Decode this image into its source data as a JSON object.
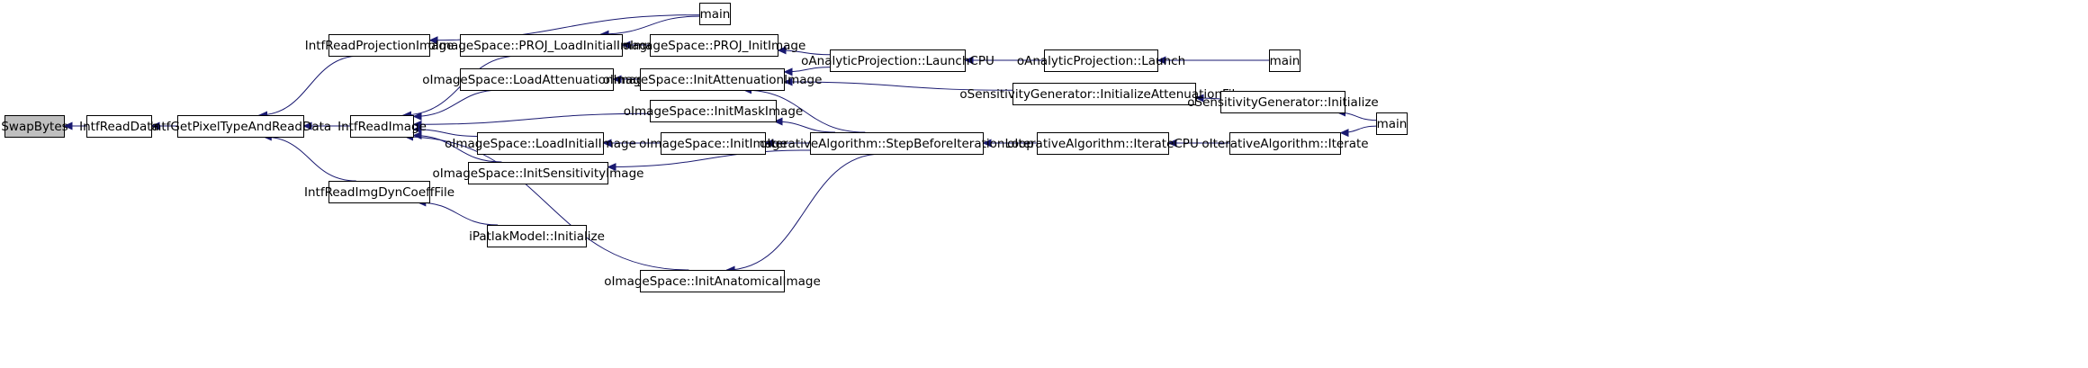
{
  "colors": {
    "edge": "#191970",
    "node_border": "#000000",
    "node_fill": "#ffffff",
    "highlight_fill": "#bfbfbf"
  },
  "nodes": [
    {
      "id": "SwapBytes",
      "label": "SwapBytes",
      "highlight": true
    },
    {
      "id": "IntfReadData",
      "label": "IntfReadData"
    },
    {
      "id": "IntfGetPixelTypeAndReadData",
      "label": "IntfGetPixelTypeAndReadData"
    },
    {
      "id": "IntfReadProjectionImage",
      "label": "IntfReadProjectionImage"
    },
    {
      "id": "IntfReadImage",
      "label": "IntfReadImage"
    },
    {
      "id": "IntfReadImgDynCoeffFile",
      "label": "IntfReadImgDynCoeffFile"
    },
    {
      "id": "main1",
      "label": "main"
    },
    {
      "id": "PROJ_LoadInitialImage",
      "label": "oImageSpace::PROJ_LoadInitialImage"
    },
    {
      "id": "LoadAttenuationImage",
      "label": "oImageSpace::LoadAttenuationImage"
    },
    {
      "id": "LoadInitialImage",
      "label": "oImageSpace::LoadInitialImage"
    },
    {
      "id": "InitSensitivityImage",
      "label": "oImageSpace::InitSensitivityImage"
    },
    {
      "id": "PatlakInitialize",
      "label": "iPatlakModel::Initialize"
    },
    {
      "id": "PROJ_InitImage",
      "label": "oImageSpace::PROJ_InitImage"
    },
    {
      "id": "InitAttenuationImage",
      "label": "oImageSpace::InitAttenuationImage"
    },
    {
      "id": "InitMaskImage",
      "label": "oImageSpace::InitMaskImage"
    },
    {
      "id": "InitImage",
      "label": "oImageSpace::InitImage"
    },
    {
      "id": "InitAnatomicalImage",
      "label": "oImageSpace::InitAnatomicalImage"
    },
    {
      "id": "LaunchCPU",
      "label": "oAnalyticProjection::LaunchCPU"
    },
    {
      "id": "StepBefore",
      "label": "oIterativeAlgorithm::StepBeforeIterationLoop"
    },
    {
      "id": "Launch",
      "label": "oAnalyticProjection::Launch"
    },
    {
      "id": "InitAttenFiles",
      "label": "oSensitivityGenerator::InitializeAttenuationFiles"
    },
    {
      "id": "IterateCPU",
      "label": "oIterativeAlgorithm::IterateCPU"
    },
    {
      "id": "main2",
      "label": "main"
    },
    {
      "id": "SensInitialize",
      "label": "oSensitivityGenerator::Initialize"
    },
    {
      "id": "Iterate",
      "label": "oIterativeAlgorithm::Iterate"
    },
    {
      "id": "main3",
      "label": "main"
    }
  ],
  "edges": [
    {
      "from": "IntfReadData",
      "to": "SwapBytes"
    },
    {
      "from": "IntfGetPixelTypeAndReadData",
      "to": "IntfReadData"
    },
    {
      "from": "IntfReadProjectionImage",
      "to": "IntfGetPixelTypeAndReadData"
    },
    {
      "from": "IntfReadImage",
      "to": "IntfGetPixelTypeAndReadData"
    },
    {
      "from": "IntfReadImgDynCoeffFile",
      "to": "IntfGetPixelTypeAndReadData"
    },
    {
      "from": "main1",
      "to": "IntfReadProjectionImage"
    },
    {
      "from": "PROJ_LoadInitialImage",
      "to": "IntfReadImage"
    },
    {
      "from": "LoadAttenuationImage",
      "to": "IntfReadImage"
    },
    {
      "from": "InitMaskImage",
      "to": "IntfReadImage"
    },
    {
      "from": "LoadInitialImage",
      "to": "IntfReadImage"
    },
    {
      "from": "InitSensitivityImage",
      "to": "IntfReadImage"
    },
    {
      "from": "InitAnatomicalImage",
      "to": "IntfReadImage"
    },
    {
      "from": "PatlakInitialize",
      "to": "IntfReadImgDynCoeffFile"
    },
    {
      "from": "main1",
      "to": "PROJ_LoadInitialImage"
    },
    {
      "from": "PROJ_InitImage",
      "to": "PROJ_LoadInitialImage"
    },
    {
      "from": "InitAttenuationImage",
      "to": "LoadAttenuationImage"
    },
    {
      "from": "InitImage",
      "to": "LoadInitialImage"
    },
    {
      "from": "StepBefore",
      "to": "InitSensitivityImage"
    },
    {
      "from": "LaunchCPU",
      "to": "PROJ_InitImage"
    },
    {
      "from": "LaunchCPU",
      "to": "InitAttenuationImage"
    },
    {
      "from": "InitAttenFiles",
      "to": "InitAttenuationImage"
    },
    {
      "from": "StepBefore",
      "to": "InitAttenuationImage"
    },
    {
      "from": "StepBefore",
      "to": "InitMaskImage"
    },
    {
      "from": "StepBefore",
      "to": "InitImage"
    },
    {
      "from": "StepBefore",
      "to": "InitAnatomicalImage"
    },
    {
      "from": "Launch",
      "to": "LaunchCPU"
    },
    {
      "from": "IterateCPU",
      "to": "StepBefore"
    },
    {
      "from": "main2",
      "to": "Launch"
    },
    {
      "from": "SensInitialize",
      "to": "InitAttenFiles"
    },
    {
      "from": "Iterate",
      "to": "IterateCPU"
    },
    {
      "from": "main3",
      "to": "SensInitialize"
    },
    {
      "from": "main3",
      "to": "Iterate"
    }
  ]
}
